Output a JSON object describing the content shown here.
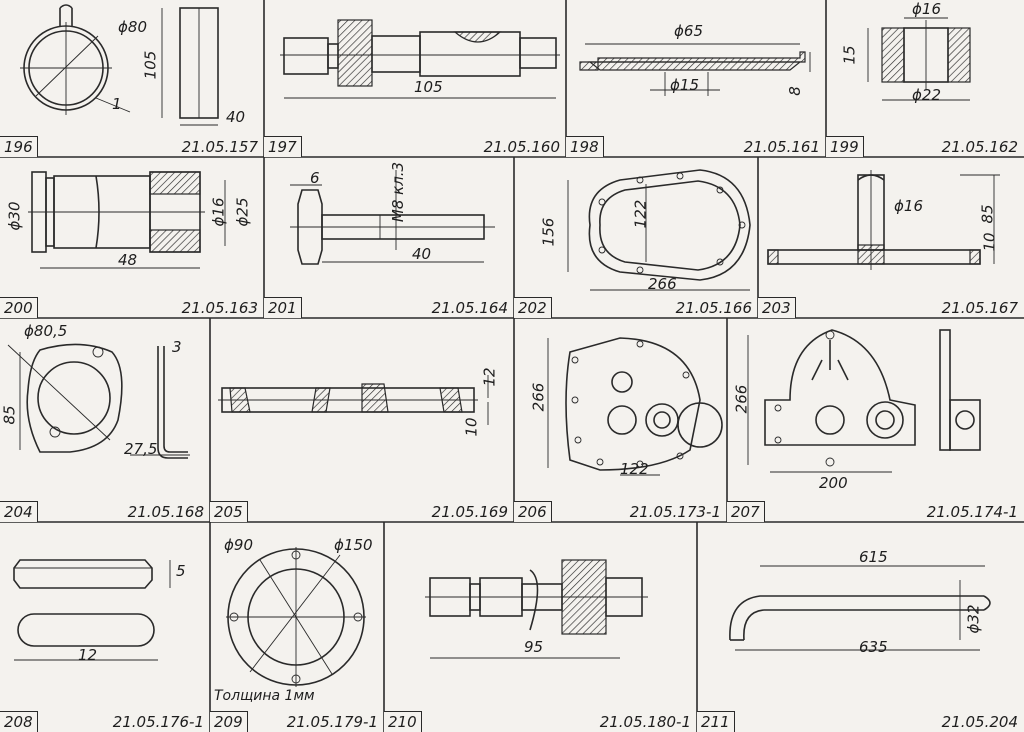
{
  "panels": [
    {
      "number": "196",
      "code": "21.05.157",
      "dims": [
        "ϕ80",
        "105",
        "40",
        "1"
      ]
    },
    {
      "number": "197",
      "code": "21.05.160",
      "dims": [
        "105"
      ]
    },
    {
      "number": "198",
      "code": "21.05.161",
      "dims": [
        "ϕ65",
        "ϕ15",
        "8"
      ]
    },
    {
      "number": "199",
      "code": "21.05.162",
      "dims": [
        "ϕ16",
        "15",
        "ϕ22"
      ]
    },
    {
      "number": "200",
      "code": "21.05.163",
      "dims": [
        "ϕ30",
        "ϕ16",
        "ϕ25",
        "48"
      ]
    },
    {
      "number": "201",
      "code": "21.05.164",
      "dims": [
        "6",
        "M8 кл.3",
        "40"
      ]
    },
    {
      "number": "202",
      "code": "21.05.166",
      "dims": [
        "156",
        "122",
        "266"
      ]
    },
    {
      "number": "203",
      "code": "21.05.167",
      "dims": [
        "ϕ16",
        "85",
        "10"
      ]
    },
    {
      "number": "204",
      "code": "21.05.168",
      "dims": [
        "ϕ80,5",
        "3",
        "85",
        "27,5"
      ]
    },
    {
      "number": "205",
      "code": "21.05.169",
      "dims": [
        "12",
        "10"
      ]
    },
    {
      "number": "206",
      "code": "21.05.173-1",
      "dims": [
        "266",
        "122"
      ]
    },
    {
      "number": "207",
      "code": "21.05.174-1",
      "dims": [
        "266",
        "200"
      ]
    },
    {
      "number": "208",
      "code": "21.05.176-1",
      "dims": [
        "5",
        "12"
      ]
    },
    {
      "number": "209",
      "code": "21.05.179-1",
      "dims": [
        "ϕ90",
        "ϕ150"
      ],
      "note": "Толщина 1мм"
    },
    {
      "number": "210",
      "code": "21.05.180-1",
      "dims": [
        "95"
      ]
    },
    {
      "number": "211",
      "code": "21.05.204",
      "dims": [
        "615",
        "ϕ32",
        "635"
      ]
    }
  ]
}
